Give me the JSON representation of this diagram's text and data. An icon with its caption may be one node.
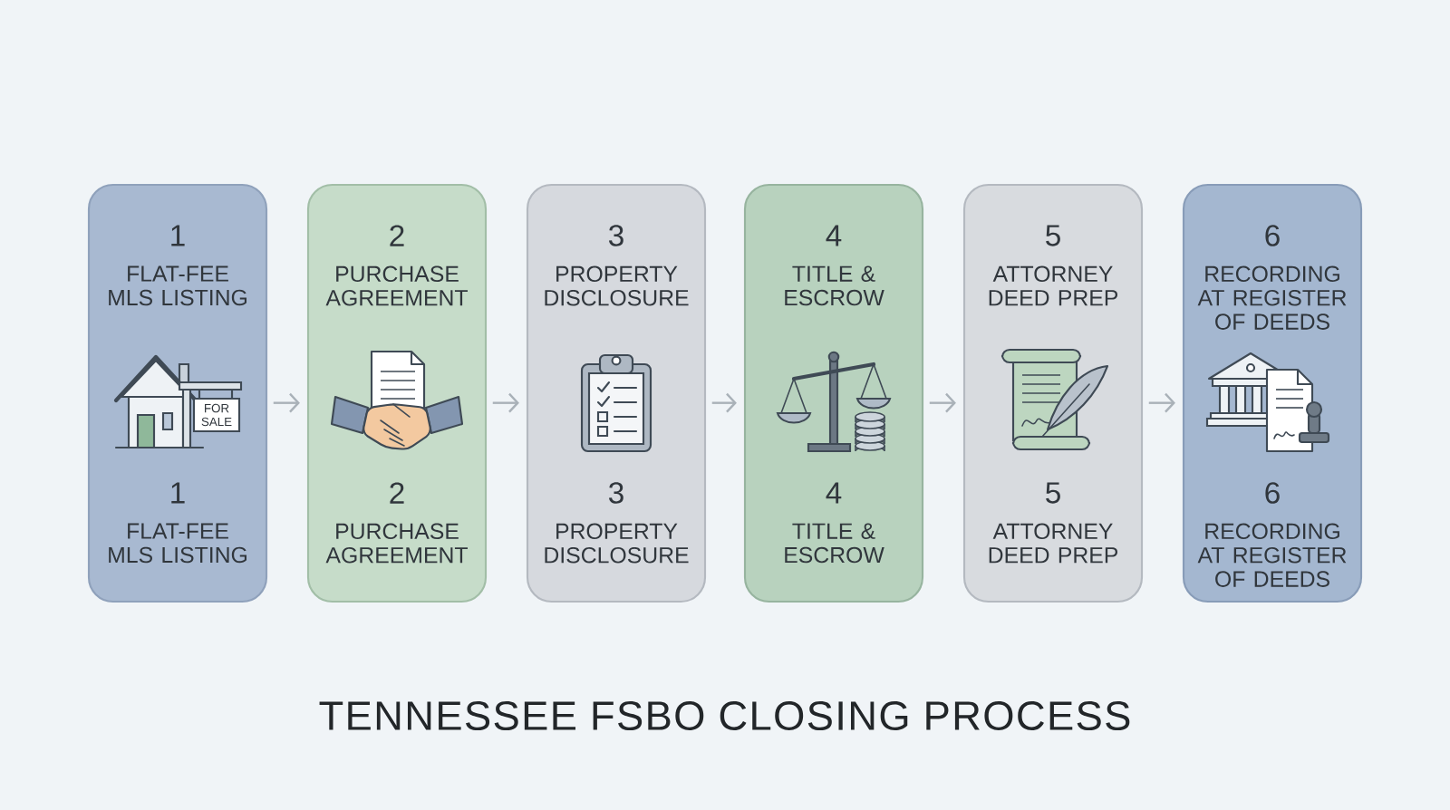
{
  "diagram": {
    "title": "TENNESSEE FSBO CLOSING PROCESS",
    "nodes": [
      {
        "text": [
          "1",
          "FLAT-FEE MLS LISTING",
          "1",
          "FLAT-FEE MLS LISTING"
        ]
      },
      {
        "text": [
          "2",
          "PURCHASE AGREEMENT",
          "2",
          "PURCHASE AGREEMENT"
        ]
      },
      {
        "text": [
          "3",
          "PROPERTY DISCLOSURE",
          "3",
          "PROPERTY DISCLOSURE"
        ]
      },
      {
        "text": [
          "4",
          "TITLE & ESCROW",
          "4",
          "TITLE & ESCROW"
        ]
      },
      {
        "text": [
          "5",
          "ATTORNEY DEED PREP",
          "5",
          "ATTORNEY DEED PREP"
        ]
      },
      {
        "text": [
          "6",
          "RECORDING AT REGISTER OF DEEDS",
          "6",
          "RECORDING AT REGISTER OF DEEDS"
        ]
      }
    ],
    "edges": [
      {
        "from": 0,
        "to": 1,
        "arrow": "to"
      },
      {
        "from": 1,
        "to": 2,
        "arrow": "to"
      },
      {
        "from": 2,
        "to": 3,
        "arrow": "to"
      },
      {
        "from": 3,
        "to": 4,
        "arrow": "to"
      },
      {
        "from": 4,
        "to": 5,
        "arrow": "to"
      }
    ],
    "labels": [
      "FOR SALE"
    ]
  }
}
